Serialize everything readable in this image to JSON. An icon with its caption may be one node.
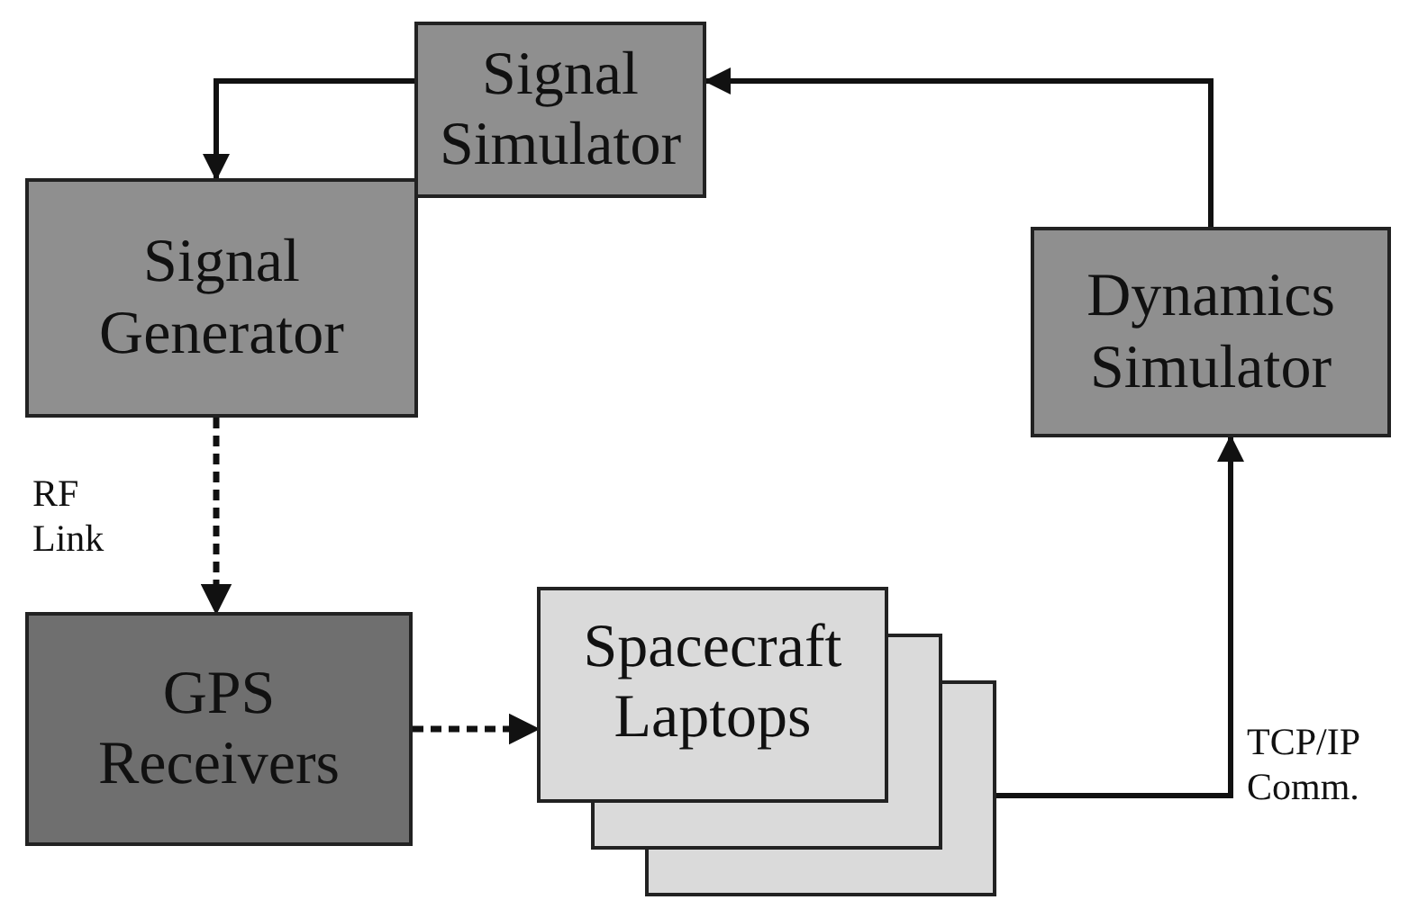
{
  "diagram": {
    "nodes": [
      {
        "text": [
          "Signal Simulator"
        ]
      },
      {
        "text": [
          "Signal Generator"
        ]
      },
      {
        "text": [
          "Dynamics Simulator"
        ]
      },
      {
        "text": [
          "GPS Receivers"
        ]
      },
      {
        "text": [
          "Spacecraft Laptops"
        ]
      }
    ],
    "edges": [
      {
        "from": 2,
        "to": 0,
        "arrow": "to"
      },
      {
        "from": 0,
        "to": 1,
        "arrow": "to"
      },
      {
        "from": 1,
        "to": 3,
        "arrow": "to",
        "style": "dashed",
        "label": "RF Link"
      },
      {
        "from": 3,
        "to": 4,
        "arrow": "to",
        "style": "dashed"
      },
      {
        "from": 4,
        "to": 2,
        "arrow": "to",
        "label": "TCP/IP Comm."
      }
    ]
  }
}
